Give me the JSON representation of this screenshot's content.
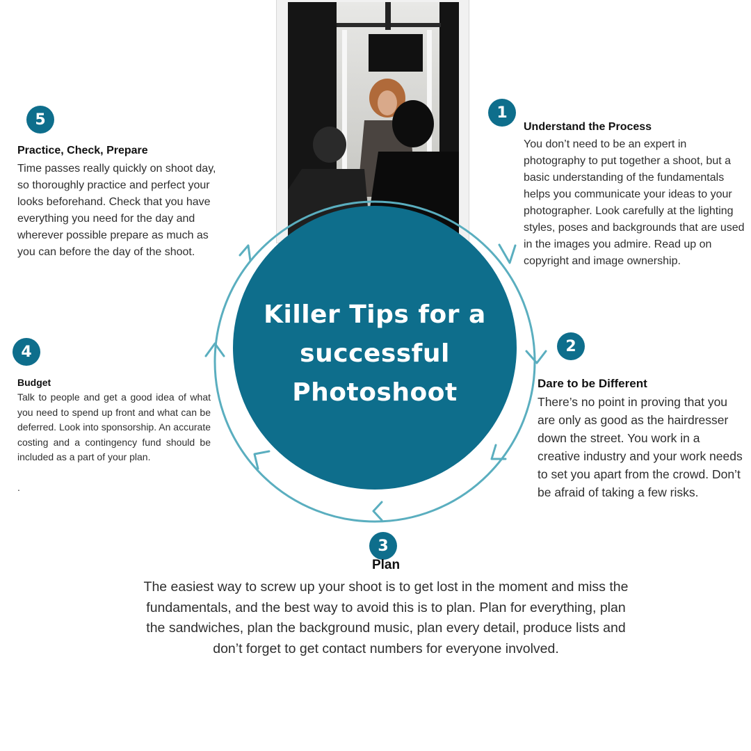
{
  "hub": {
    "title": "Killer Tips for a successful Photoshoot"
  },
  "colors": {
    "accent_dark": "#0e6e8c",
    "accent_ring": "#5aaebf",
    "text": "#2e2e2e"
  },
  "photo": {
    "description_icon": "studio-photo"
  },
  "tips": [
    {
      "number": "1",
      "title": "Understand the Process",
      "body": "You don’t need to be an expert in photography to put together a shoot, but a basic understanding of the fundamentals helps you communicate your ideas to your photographer. Look carefully at the lighting styles, poses and backgrounds that are used in the images you admire. Read up on copyright and image ownership."
    },
    {
      "number": "2",
      "title": "Dare to be Different",
      "body": "There’s no point in proving that you are only as good as the hairdresser down the street. You work in a creative industry and your work needs to set you apart from the crowd. Don’t be afraid of taking a few risks."
    },
    {
      "number": "3",
      "title": "Plan",
      "body": "The easiest way to screw up your shoot is to get lost in the moment and miss the fundamentals, and the best way to avoid this is to plan. Plan for everything, plan the sandwiches, plan the background music, plan every detail, produce lists and don’t forget to get contact numbers for everyone involved."
    },
    {
      "number": "4",
      "title": "Budget",
      "body": "Talk to people and get a good idea of what you need to spend up front and what can be deferred. Look into sponsorship. An accurate costing and a contingency fund should be included as a part of your plan.",
      "trailing": "."
    },
    {
      "number": "5",
      "title": "Practice, Check, Prepare",
      "body": "Time passes really quickly on shoot day, so thoroughly practice and perfect your looks beforehand. Check that you have everything you need for the day and wherever possible prepare as much as you can before the day of the shoot."
    }
  ]
}
